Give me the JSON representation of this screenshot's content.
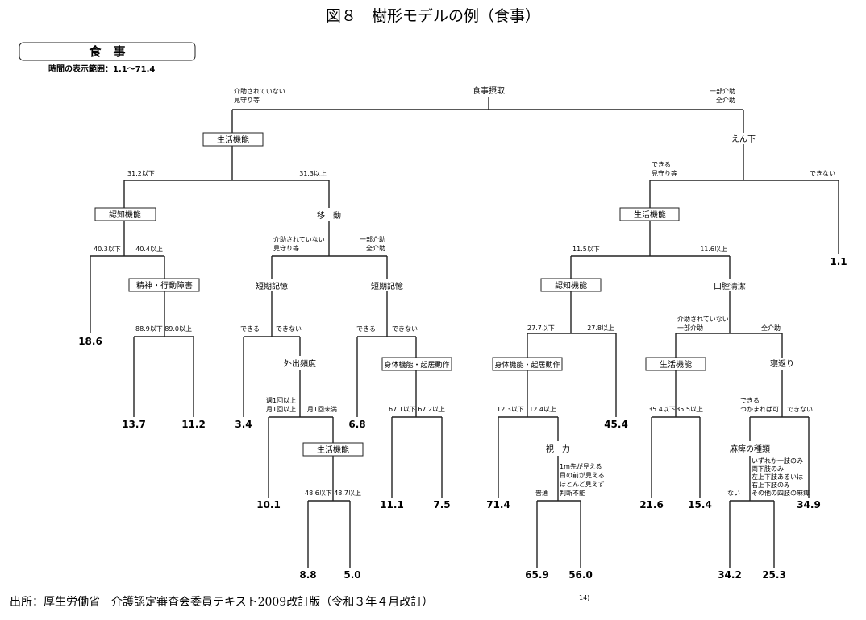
{
  "title": "図８　樹形モデルの例（食事）",
  "header_box": "食　事",
  "range_text": "時間の表示範囲：1.1〜71.4",
  "source": "出所：厚生労働省　介護認定審査会委員テキスト2009改訂版（令和３年４月改訂）",
  "source_ref": "14)",
  "nodes": {
    "root": "食事摂取",
    "n1": "生活機能",
    "n2": "えん下",
    "n3": "認知機能",
    "n4": "移　動",
    "n5": "生活機能",
    "n6": "精神・行動障害",
    "n7": "短期記憶",
    "n8": "短期記憶",
    "n9": "認知機能",
    "n10": "口腔清潔",
    "n11": "外出頻度",
    "n12": "身体機能・起居動作",
    "n13": "身体機能・起居動作",
    "n14": "生活機能",
    "n15": "寝返り",
    "n16": "生活機能",
    "n17": "視　力",
    "n18": "麻痺の種類"
  },
  "edges": {
    "root_l": [
      "介助されていない",
      "見守り等"
    ],
    "root_r": [
      "一部介助",
      "全介助"
    ],
    "n1_l": "31.2以下",
    "n1_r": "31.3以上",
    "n2_l": [
      "できる",
      "見守り等"
    ],
    "n2_r": "できない",
    "n3_l": "40.3以下",
    "n3_r": "40.4以上",
    "n4_l": [
      "介助されていない",
      "見守り等"
    ],
    "n4_r": [
      "一部介助",
      "全介助"
    ],
    "n5_l": "11.5以下",
    "n5_r": "11.6以上",
    "n6_l": "88.9以下",
    "n6_r": "89.0以上",
    "n7_l": "できる",
    "n7_r": "できない",
    "n8_l": "できる",
    "n8_r": "できない",
    "n9_l": "27.7以下",
    "n9_r": "27.8以上",
    "n10_l": [
      "介助されていない",
      "一部介助"
    ],
    "n10_r": "全介助",
    "n11_l": [
      "週1回以上",
      "月1回以上"
    ],
    "n11_r": "月1回未満",
    "n12_l": "67.1以下",
    "n12_r": "67.2以上",
    "n13_l": "12.3以下",
    "n13_r": "12.4以上",
    "n14_l": "35.4以下",
    "n14_r": "35.5以上",
    "n15_l": [
      "できる",
      "つかまれば可"
    ],
    "n15_r": "できない",
    "n16_l": "48.6以下",
    "n16_r": "48.7以上",
    "n17_l": "普通",
    "n17_r": [
      "1m先が見える",
      "目の前が見える",
      "ほとんど見えず",
      "判断不能"
    ],
    "n18_l": "ない",
    "n18_r": [
      "いずれか一肢のみ",
      "両下肢のみ",
      "左上下肢あるいは",
      "右上下肢のみ",
      "その他の四肢の麻痺"
    ]
  },
  "leaves": {
    "l1": "1.1",
    "l2": "18.6",
    "l3": "13.7",
    "l4": "11.2",
    "l5": "3.4",
    "l6": "10.1",
    "l7": "8.8",
    "l8": "5.0",
    "l9": "6.8",
    "l10": "11.1",
    "l11": "7.5",
    "l12": "71.4",
    "l13": "45.4",
    "l14": "65.9",
    "l15": "56.0",
    "l16": "21.6",
    "l17": "15.4",
    "l18": "34.9",
    "l19": "34.2",
    "l20": "25.3"
  }
}
